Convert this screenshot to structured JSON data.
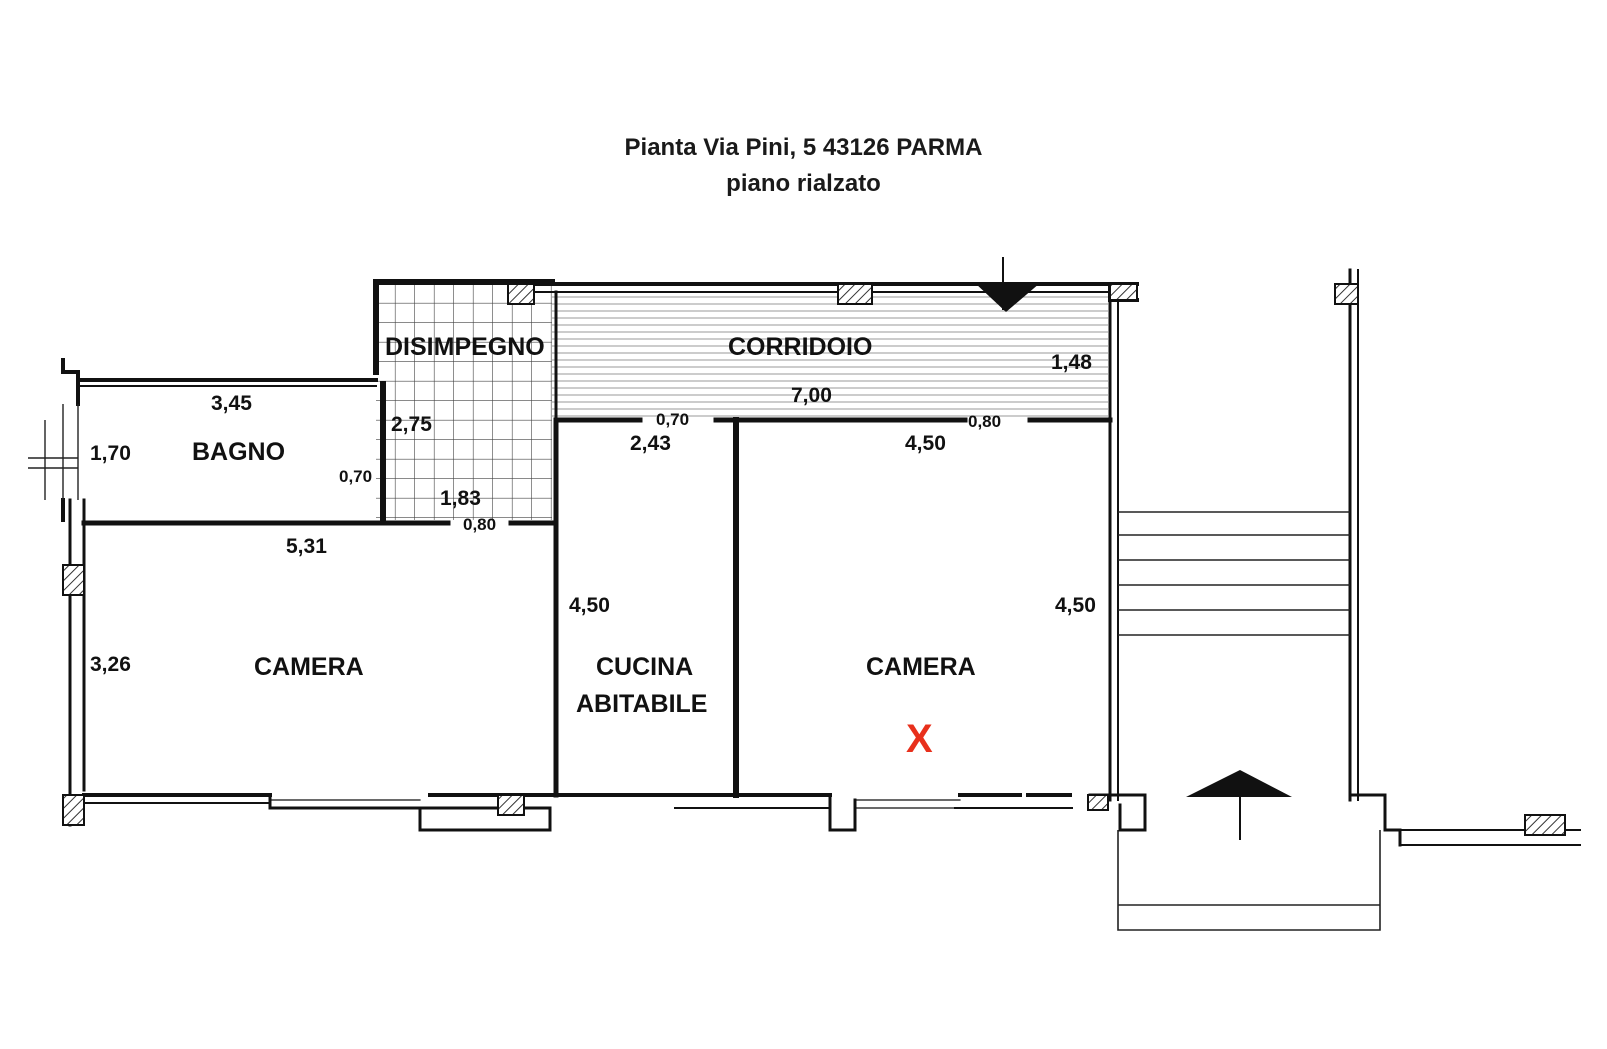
{
  "title": {
    "line1": "Pianta Via Pini, 5 43126 PARMA",
    "line2": "piano rialzato"
  },
  "rooms": {
    "disimpegno": "DISIMPEGNO",
    "corridoio": "CORRIDOIO",
    "bagno": "BAGNO",
    "camera_left": "CAMERA",
    "cucina_line1": "CUCINA",
    "cucina_line2": "ABITABILE",
    "camera_right": "CAMERA"
  },
  "dimensions": {
    "bagno_width": "3,45",
    "bagno_height": "1,70",
    "disimpegno_height": "2,75",
    "bagno_door": "0,70",
    "disimpegno_width": "1,83",
    "disimpegno_door": "0,80",
    "camera_left_width": "5,31",
    "camera_left_height": "3,26",
    "corridoio_length": "7,00",
    "corridoio_width": "1,48",
    "cucina_door": "0,70",
    "camera_right_door": "0,80",
    "cucina_width": "2,43",
    "cucina_height": "4,50",
    "camera_right_width": "4,50",
    "camera_right_height": "4,50"
  },
  "marker": {
    "label": "X",
    "color": "#e8301c"
  },
  "colors": {
    "wall": "#111111",
    "hatch": "#555555"
  }
}
